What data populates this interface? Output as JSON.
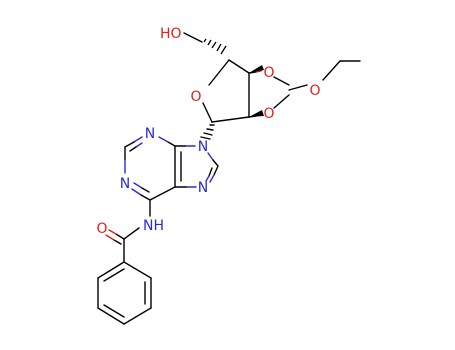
{
  "colors": {
    "bond": "#000000",
    "oxygen": "#e0201c",
    "nitrogen": "#2a2ad8",
    "background": "#ffffff"
  },
  "labels": {
    "ho": "HO",
    "o_ring": "O",
    "o_dioxolane_top": "O",
    "o_dioxolane_bottom": "O",
    "o_ether": "O",
    "n9": "N",
    "n3": "N",
    "n1": "N",
    "n7": "N",
    "nh": "NH",
    "o_carbonyl": "O"
  }
}
